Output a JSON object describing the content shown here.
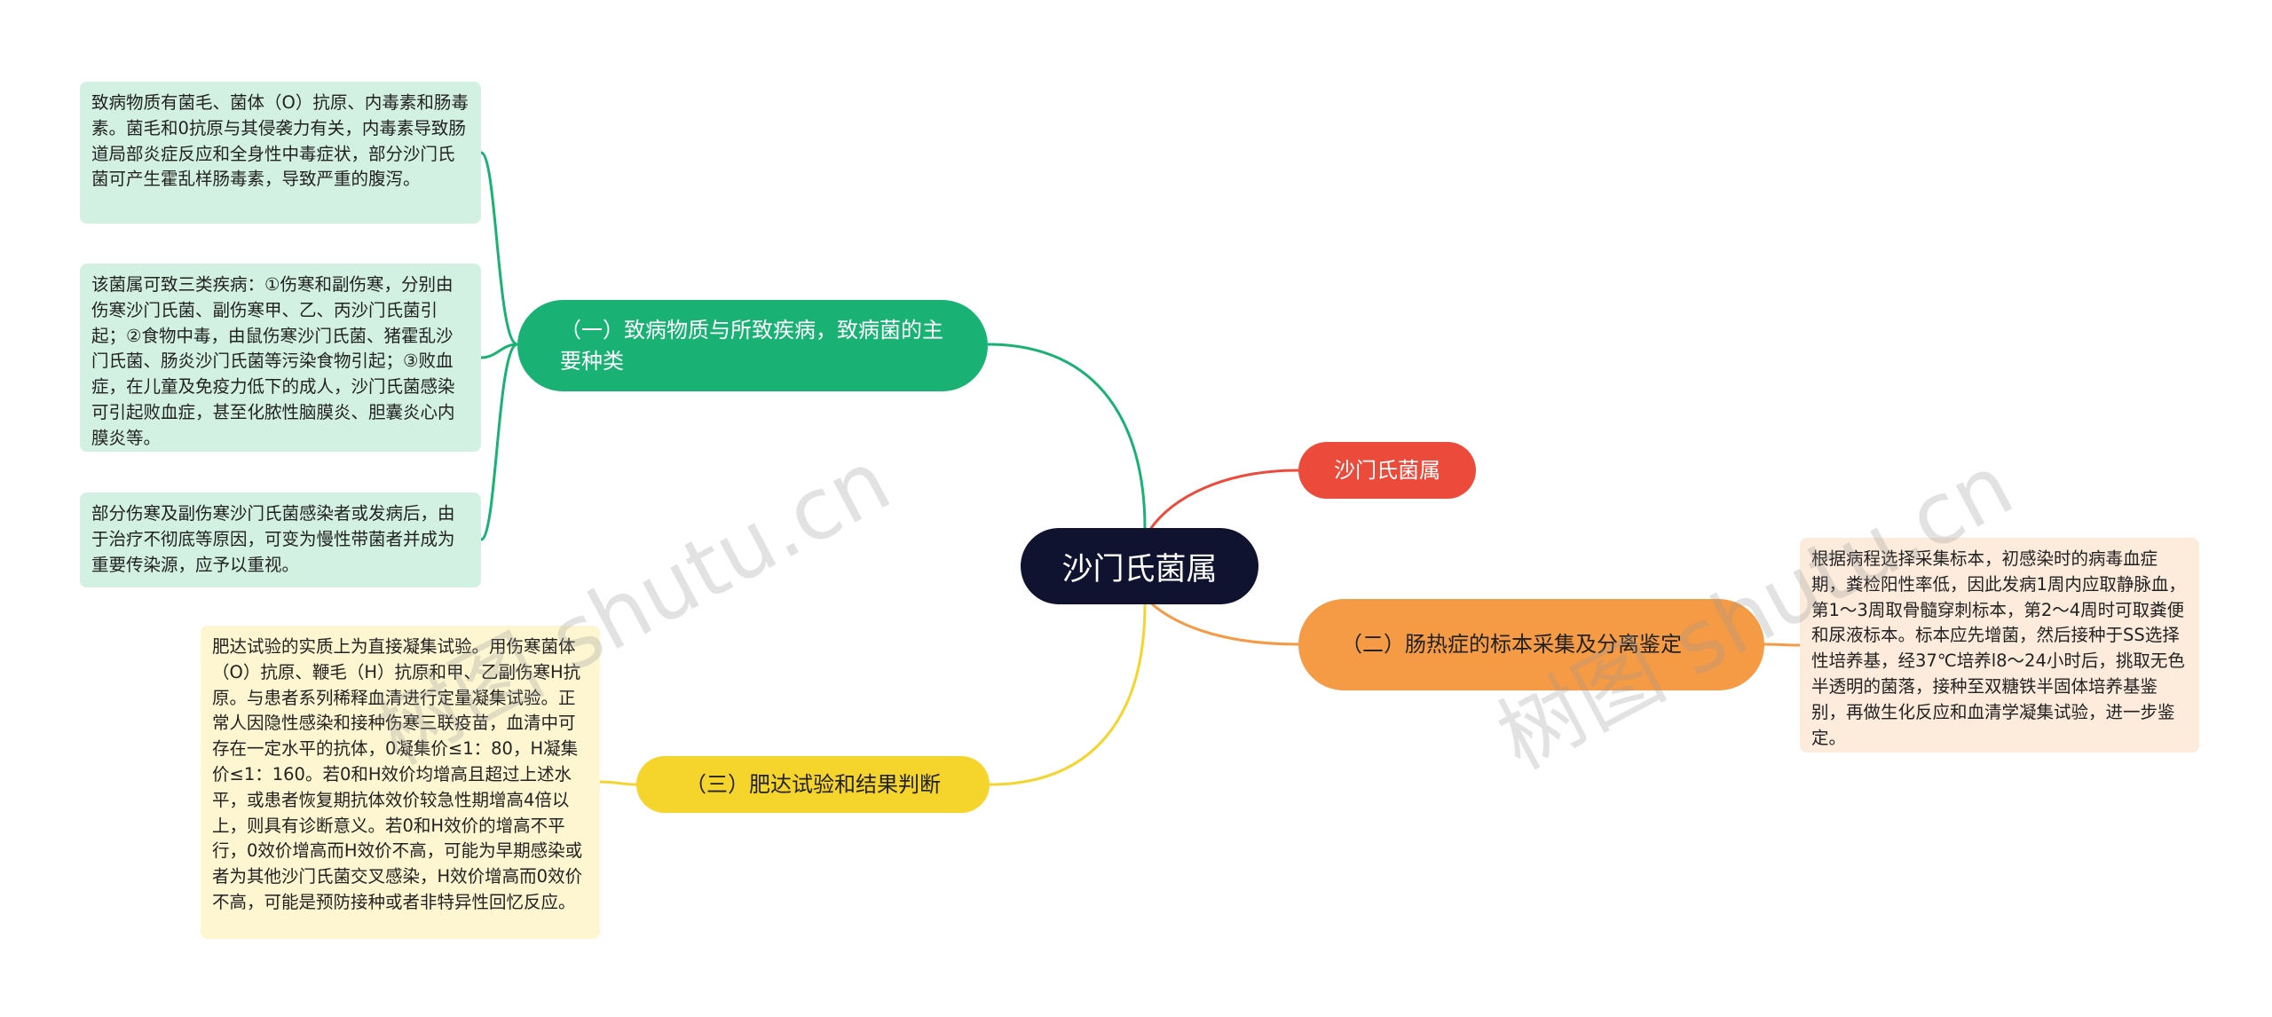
{
  "root": {
    "label": "沙门氏菌属"
  },
  "colors": {
    "root": "#0f1330",
    "branch_1": "#19b274",
    "branch_2": "#ec4b3c",
    "branch_3": "#f59a45",
    "branch_4": "#f5d42b",
    "leaf_green": "#d2f1e3",
    "leaf_orange": "#fdebdc",
    "leaf_yellow": "#fdf6d1"
  },
  "branches": [
    {
      "label": "（一）致病物质与所致疾病，致病菌的主要种类",
      "leaves": [
        "致病物质有菌毛、菌体（O）抗原、内毒素和肠毒素。菌毛和0抗原与其侵袭力有关，内毒素导致肠道局部炎症反应和全身性中毒症状，部分沙门氏菌可产生霍乱样肠毒素，导致严重的腹泻。",
        "该菌属可致三类疾病：①伤寒和副伤寒，分别由伤寒沙门氏菌、副伤寒甲、乙、丙沙门氏菌引起；②食物中毒，由鼠伤寒沙门氏菌、猪霍乱沙门氏菌、肠炎沙门氏菌等污染食物引起；③败血症，在儿童及免疫力低下的成人，沙门氏菌感染可引起败血症，甚至化脓性脑膜炎、胆囊炎心内膜炎等。",
        "部分伤寒及副伤寒沙门氏菌感染者或发病后，由于治疗不彻底等原因，可变为慢性带菌者并成为重要传染源，应予以重视。"
      ]
    },
    {
      "label": "沙门氏菌属",
      "leaves": []
    },
    {
      "label": "（二）肠热症的标本采集及分离鉴定",
      "leaves": [
        "根据病程选择采集标本，初感染时的病毒血症期，粪检阳性率低，因此发病1周内应取静脉血，第1～3周取骨髓穿刺标本，第2～4周时可取粪便和尿液标本。标本应先增菌，然后接种于SS选择性培养基，经37℃培养l8～24小时后，挑取无色半透明的菌落，接种至双糖铁半固体培养基鉴别，再做生化反应和血清学凝集试验，进一步鉴定。"
      ]
    },
    {
      "label": "（三）肥达试验和结果判断",
      "leaves": [
        "肥达试验的实质上为直接凝集试验。用伤寒菌体（O）抗原、鞭毛（H）抗原和甲、乙副伤寒H抗原。与患者系列稀释血清进行定量凝集试验。正常人因隐性感染和接种伤寒三联疫苗，血清中可存在一定水平的抗体，0凝集价≤1：80，H凝集价≤1：160。若0和H效价均增高且超过上述水平，或患者恢复期抗体效价较急性期增高4倍以上，则具有诊断意义。若0和H效价的增高不平行，0效价增高而H效价不高，可能为早期感染或者为其他沙门氏菌交叉感染，H效价增高而0效价不高，可能是预防接种或者非特异性回忆反应。"
      ]
    }
  ],
  "watermarks": [
    "树图 shutu.cn",
    "树图 shutu.cn"
  ]
}
